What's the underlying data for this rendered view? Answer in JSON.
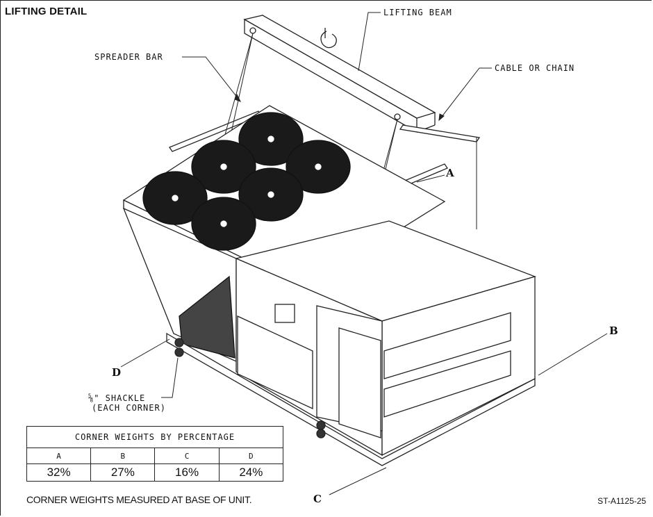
{
  "title": "LIFTING DETAIL",
  "callouts": {
    "lifting_beam": "LIFTING BEAM",
    "spreader_bar": "SPREADER BAR",
    "cable_or_chain": "CABLE OR CHAIN",
    "shackle_line1": "⅝\" SHACKLE",
    "shackle_line2": "(EACH CORNER)"
  },
  "corners": {
    "a": "A",
    "b": "B",
    "c": "C",
    "d": "D"
  },
  "corner_weights": {
    "title": "CORNER WEIGHTS BY PERCENTAGE",
    "columns": [
      "A",
      "B",
      "C",
      "D"
    ],
    "values": [
      "32%",
      "27%",
      "16%",
      "24%"
    ]
  },
  "note": "CORNER WEIGHTS MEASURED AT BASE OF UNIT.",
  "drawing_ref": "ST-A1125-25"
}
